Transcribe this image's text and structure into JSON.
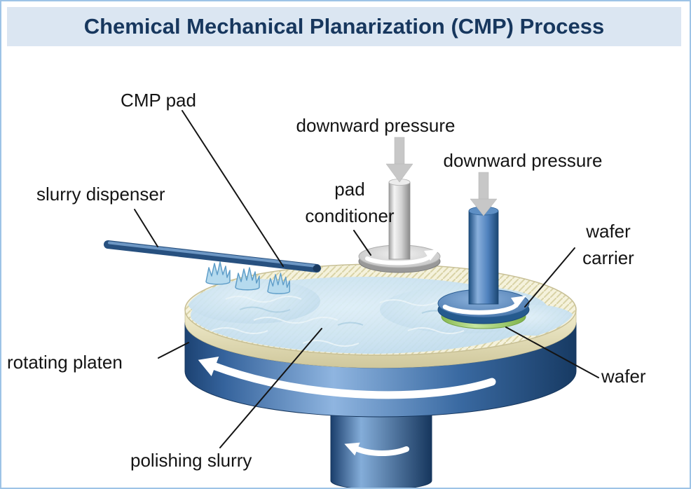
{
  "header": {
    "title": "Chemical Mechanical Planarization (CMP) Process"
  },
  "labels": {
    "cmp_pad": "CMP pad",
    "downward_pressure_left": "downward pressure",
    "downward_pressure_right": "downward pressure",
    "pad_conditioner_line1": "pad",
    "pad_conditioner_line2": "conditioner",
    "slurry_dispenser": "slurry dispenser",
    "wafer_carrier_line1": "wafer",
    "wafer_carrier_line2": "carrier",
    "rotating_platen": "rotating platen",
    "wafer": "wafer",
    "polishing_slurry": "polishing slurry"
  },
  "colors": {
    "title_bar_bg": "#dbe6f2",
    "title_text": "#17375e",
    "platen_blue": "#2f5f96",
    "pad_cream": "#f5f2dc",
    "slurry_blue": "#cde6f5",
    "wafer_green": "#a8d06a",
    "conditioner_silver": "#d6d6d6",
    "pressure_arrow_gray": "#c7c7c7",
    "rotation_arrow_white": "#ffffff",
    "leader_line_black": "#141414"
  }
}
